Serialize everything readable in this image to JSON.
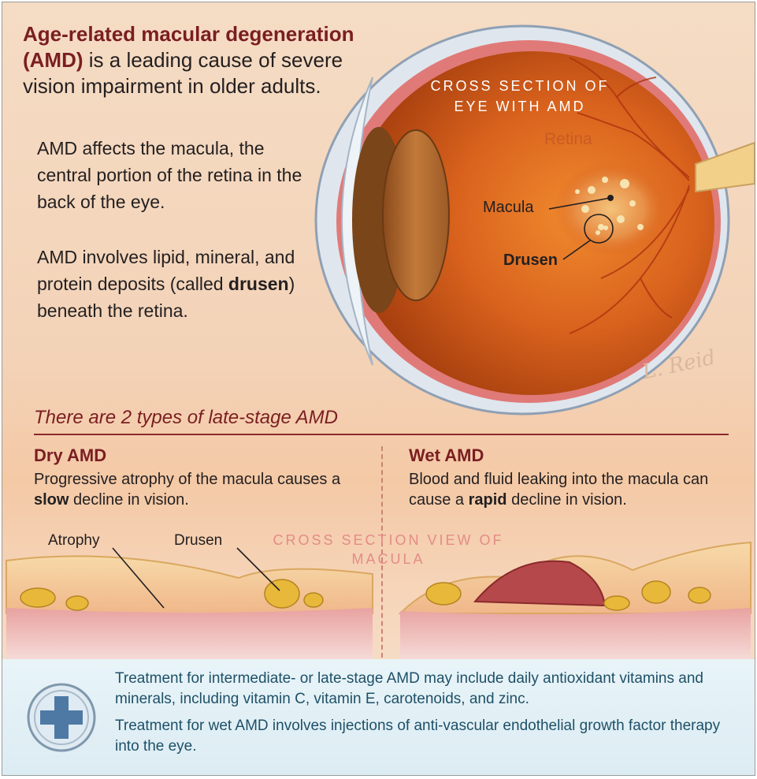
{
  "headline": {
    "highlight": "Age-related macular degeneration (AMD)",
    "rest": " is a leading cause of severe vision impairment in older adults."
  },
  "paragraph1": "AMD affects the macula, the central portion of the retina in the back of the eye.",
  "paragraph2": {
    "before": "AMD involves lipid, mineral, and protein deposits (called ",
    "bold": "drusen",
    "after": ") beneath the retina."
  },
  "eye_illustration": {
    "title": "CROSS SECTION OF EYE WITH AMD",
    "labels": {
      "retina": "Retina",
      "macula": "Macula",
      "drusen": "Drusen"
    },
    "signature": "L. Reid"
  },
  "types_heading": "There are 2 types of late-stage AMD",
  "dry_amd": {
    "title": "Dry AMD",
    "desc_before": "Progressive atrophy of the macula causes a ",
    "desc_bold": "slow",
    "desc_after": " decline in vision."
  },
  "wet_amd": {
    "title": "Wet AMD",
    "desc_before": "Blood and fluid leaking into the macula can cause a ",
    "desc_bold": "rapid",
    "desc_after": " decline in vision."
  },
  "macula_section": {
    "title": "CROSS SECTION VIEW OF MACULA",
    "labels": {
      "atrophy": "Atrophy",
      "drusen": "Drusen"
    }
  },
  "treatment": {
    "icon": "medical-cross-icon",
    "line1": "Treatment for intermediate- or late-stage AMD may include daily antioxidant vitamins and minerals, including vitamin C, vitamin E, carotenoids, and zinc.",
    "line2": "Treatment for wet AMD involves injections of anti-vascular endothelial growth factor therapy into the eye."
  },
  "colors": {
    "accent": "#7a1e22",
    "treatment_text": "#1e5068",
    "retina": "#c95b23"
  }
}
